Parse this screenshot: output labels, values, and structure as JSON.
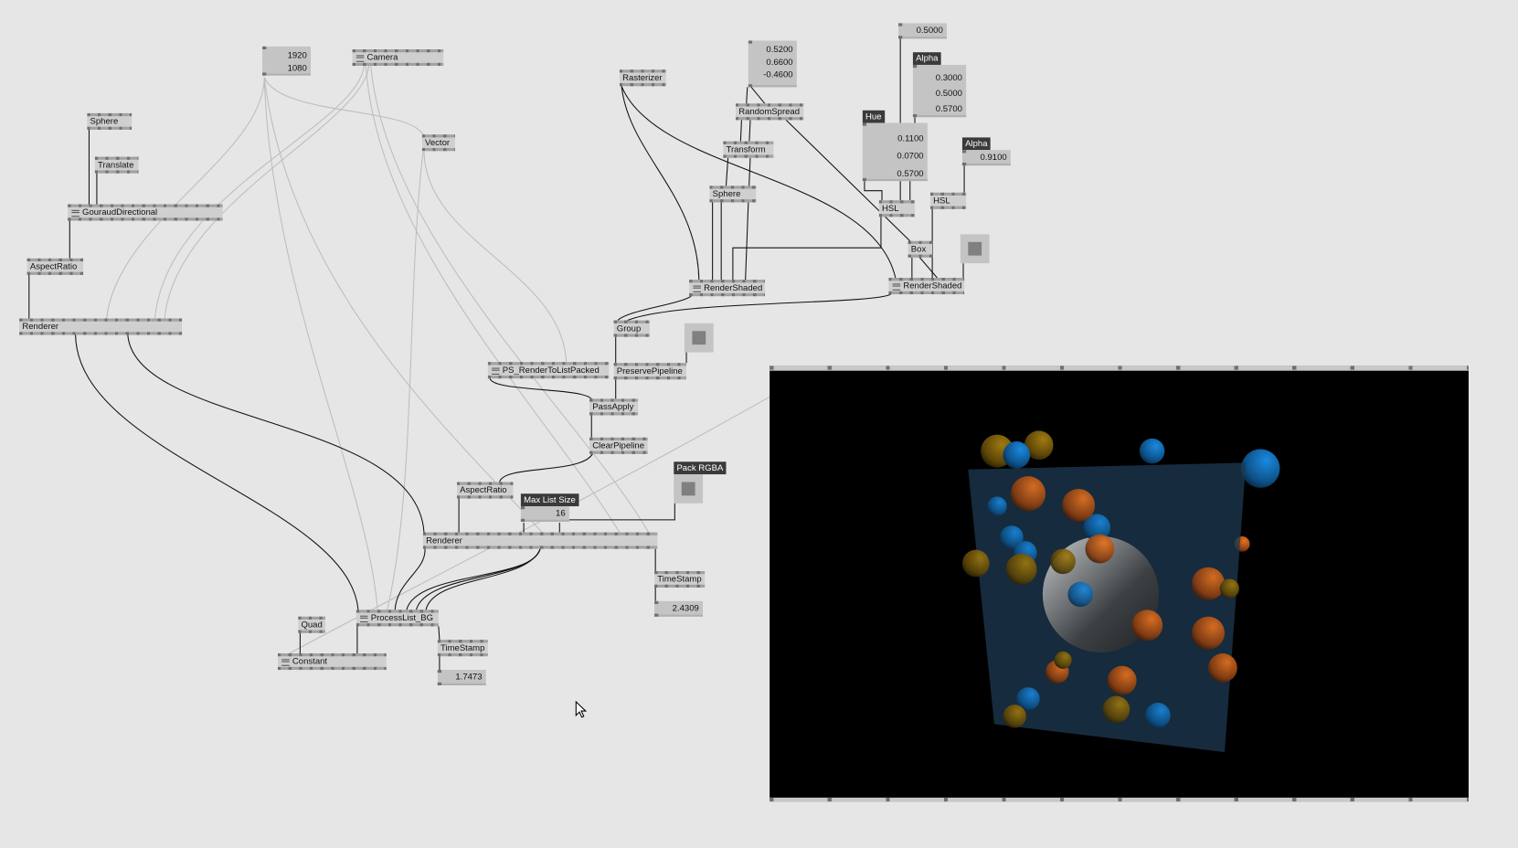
{
  "nodes": {
    "camera": "Camera",
    "sphere_left": "Sphere",
    "translate": "Translate",
    "gouraud": "GouraudDirectional",
    "aspect_left": "AspectRatio",
    "renderer_left": "Renderer",
    "vector": "Vector",
    "rasterizer": "Rasterizer",
    "random_spread": "RandomSpread",
    "transform": "Transform",
    "sphere_right": "Sphere",
    "hsl1": "HSL",
    "hsl2": "HSL",
    "box": "Box",
    "render_shaded1": "RenderShaded",
    "render_shaded2": "RenderShaded",
    "group": "Group",
    "preserve": "PreservePipeline",
    "ps_render": "PS_RenderToListPacked",
    "pass_apply": "PassApply",
    "clear_pipeline": "ClearPipeline",
    "aspect_mid": "AspectRatio",
    "renderer_mid": "Renderer",
    "timestamp_right": "TimeStamp",
    "process_list": "ProcessList_BG",
    "quad": "Quad",
    "constant": "Constant",
    "timestamp_bottom": "TimeStamp"
  },
  "iobox": {
    "resolution": [
      "1920",
      "1080"
    ],
    "spread": [
      "0.5200",
      "0.6600",
      "-0.4600"
    ],
    "single": "0.5000",
    "alpha_label": "Alpha",
    "alpha_values": [
      "0.3000",
      "0.5000",
      "0.5700"
    ],
    "hue_label": "Hue",
    "hue_values": [
      "0.1100",
      "0.0700",
      "0.5700"
    ],
    "alpha2_label": "Alpha",
    "alpha2_value": "0.9100",
    "max_list_label": "Max List Size",
    "max_list_value": "16",
    "pack_rgba_label": "Pack RGBA",
    "timestamp_right_value": "2.4309",
    "timestamp_bottom_value": "1.7473"
  },
  "colors": {
    "background": "#e6e6e6",
    "node": "#cfcfcf",
    "wire_dark": "#111111",
    "wire_light": "#b9b9b9",
    "swatch": "#808080",
    "ball_blue": "#1a7fd0",
    "ball_orange": "#e06a1a",
    "ball_olive": "#9a7a10",
    "panel": "#1d3a52"
  }
}
